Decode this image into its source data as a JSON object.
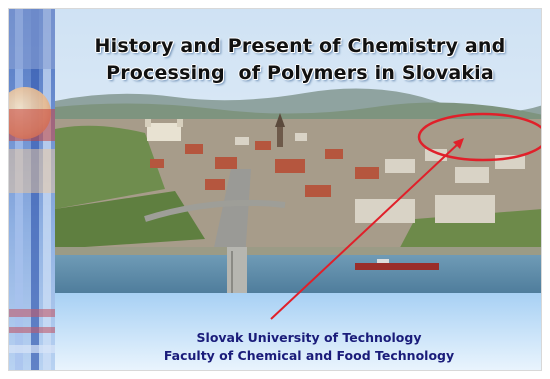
{
  "slide": {
    "title_line1": "History and Present of Chemistry and",
    "title_line2": "Processing  of Polymers in Slovakia",
    "caption_line1": "Slovak University of Technology",
    "caption_line2": "Faculty of Chemical and Food Technology"
  },
  "colors": {
    "background_top": "#0d56b8",
    "background_bottom": "#e9f4fd",
    "title_text": "#111111",
    "caption_text": "#1a1c7a",
    "highlight_ellipse": "#e0202a",
    "pointer_arrow": "#e0202a"
  },
  "icons": {
    "photo": "aerial-city-photo",
    "highlight": "highlight-ellipse",
    "pointer": "pointer-arrow"
  }
}
